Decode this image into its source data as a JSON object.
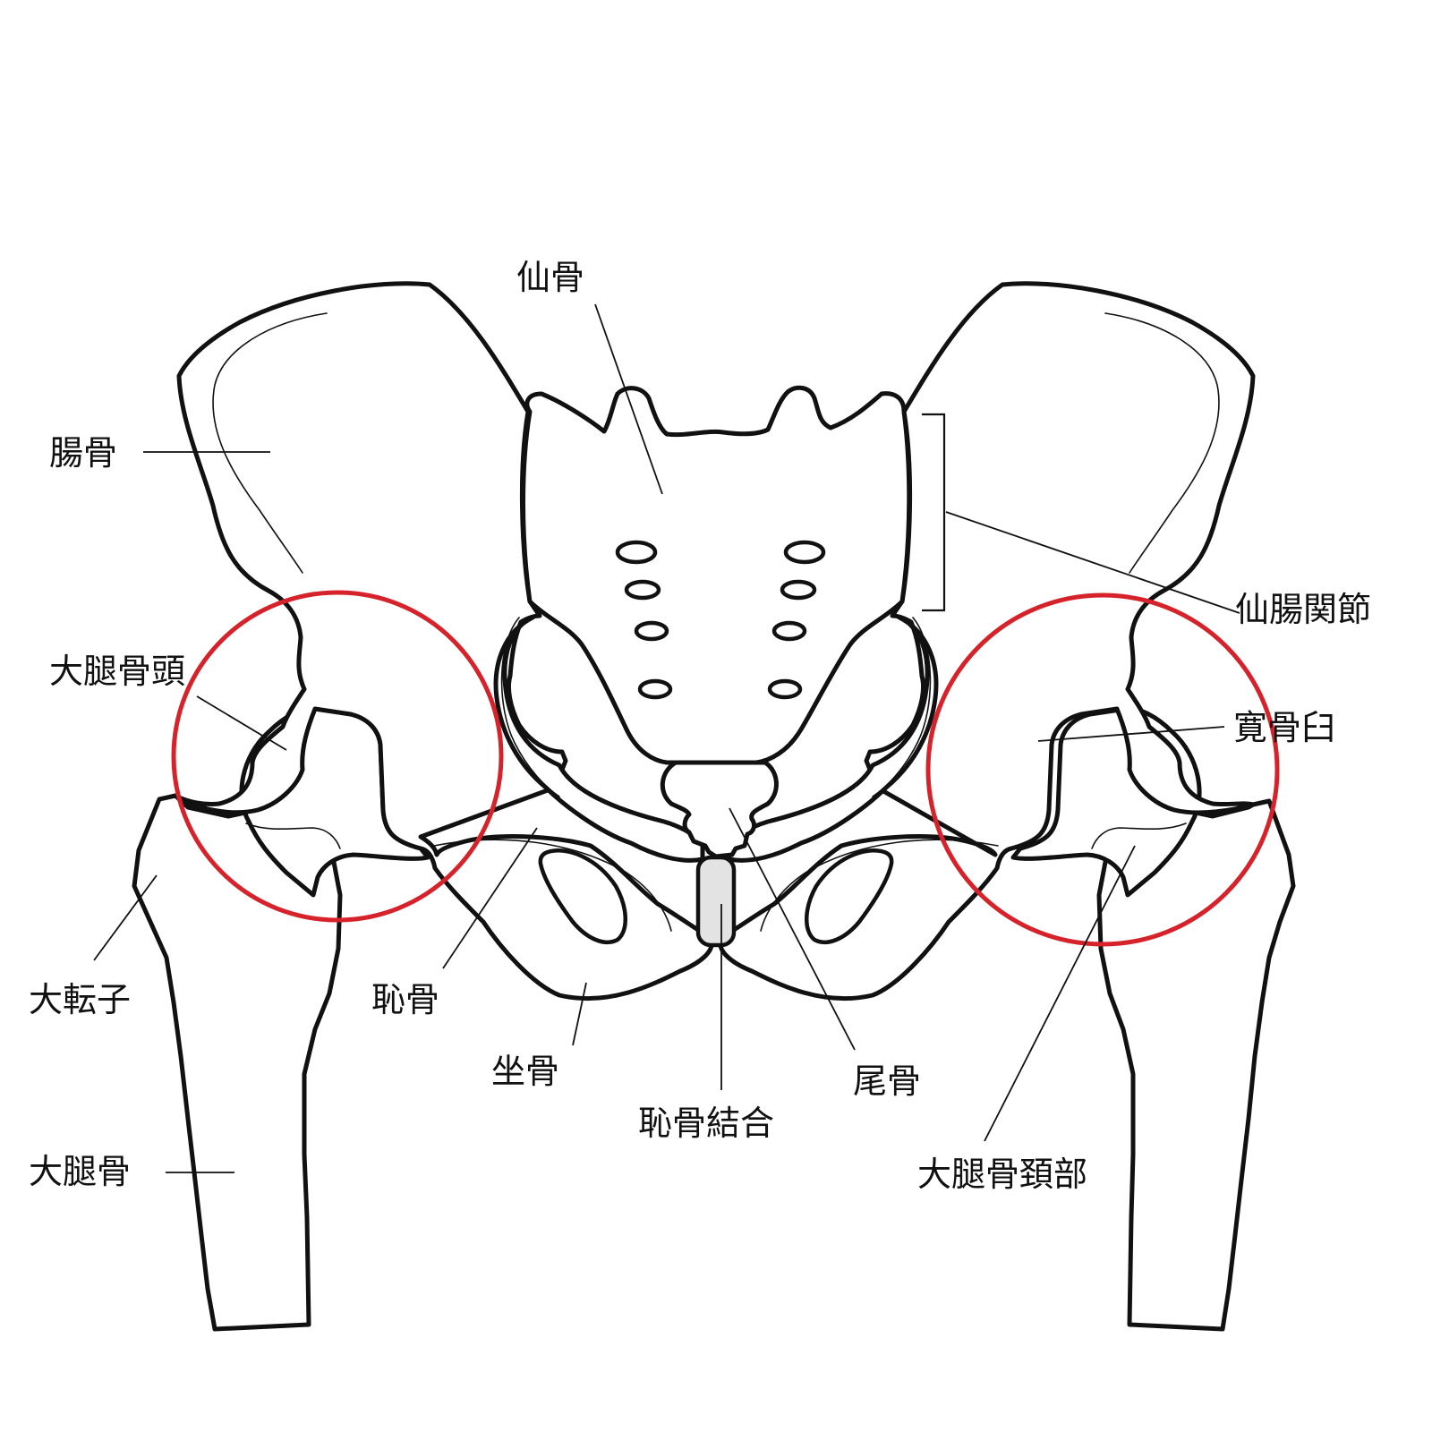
{
  "labels": {
    "sacrum": "仙骨",
    "ilium": "腸骨",
    "sacroiliac_joint": "仙腸関節",
    "femoral_head": "大腿骨頭",
    "acetabulum": "寛骨臼",
    "greater_trochanter": "大転子",
    "pubis": "恥骨",
    "ischium": "坐骨",
    "pubic_symphysis": "恥骨結合",
    "coccyx": "尾骨",
    "femur": "大腿骨",
    "femoral_neck": "大腿骨頚部"
  },
  "colors": {
    "outline": "#111111",
    "highlight_circle": "#d6222a",
    "symphysis_fill": "#e3e3e3"
  }
}
